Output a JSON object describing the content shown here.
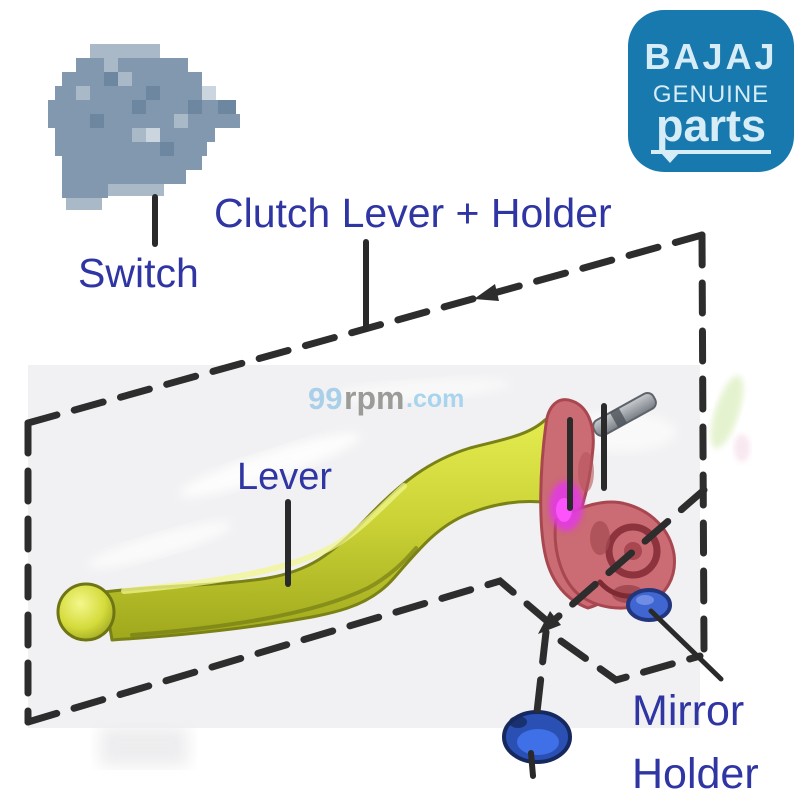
{
  "page": {
    "background": "#FFFFFF"
  },
  "badge": {
    "brand": "BAJAJ",
    "genuine": "GENUINE",
    "parts": "parts"
  },
  "watermark": {
    "prefix": "99",
    "name": "rpm",
    "domain": ".com"
  },
  "labels": {
    "switch": "Switch",
    "clutch_lever_holder": "Clutch Lever + Holder",
    "lever": "Lever",
    "mirror_holder_line1": "Mirror",
    "mirror_holder_line2": "Holder"
  },
  "colors": {
    "label_text": "#2F35A3",
    "dash": "#2D2D2D",
    "callout": "#2A2A2A",
    "badge_bg": "#1879AE",
    "badge_text": "#D6ECF7",
    "photo_bg": "#F1F1F3",
    "lever_yellow": "#C9D135",
    "holder_red": "#CB6B73",
    "magenta_highlight": "#E23AE2",
    "mirror_nut_blue": "#4066D2",
    "grommet_blue": "#3F70E8",
    "switch_blue_gray": "#8298AE",
    "watermark_light_blue": "#A9CFE9",
    "watermark_gray": "#9B9B97"
  }
}
